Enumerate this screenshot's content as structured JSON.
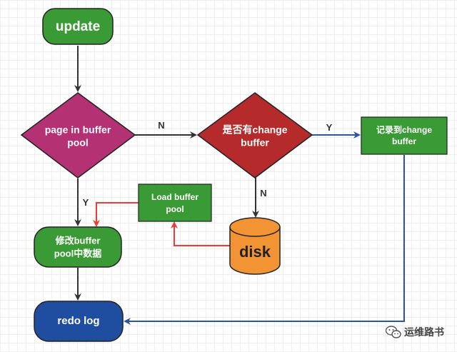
{
  "nodes": {
    "update": {
      "line1": "update"
    },
    "page_in_buffer_pool": {
      "line1": "page in buffer",
      "line2": "pool"
    },
    "is_change_buffer": {
      "line1": "是否有change",
      "line2": "buffer"
    },
    "record_change_buffer": {
      "line1": "记录到change",
      "line2": "buffer"
    },
    "load_buffer_pool": {
      "line1": "Load buffer",
      "line2": "pool"
    },
    "modify_buffer_pool": {
      "line1": "修改buffer",
      "line2": "pool中数据"
    },
    "disk": {
      "line1": "disk"
    },
    "redo_log": {
      "line1": "redo log"
    }
  },
  "edge_labels": {
    "pool_to_change": "N",
    "pool_to_modify": "Y",
    "change_to_record": "Y",
    "change_to_disk": "N"
  },
  "watermark": {
    "text": "运维路书",
    "icon": "wechat-icon"
  },
  "colors": {
    "green": "#3a9a35",
    "magenta": "#b43274",
    "red": "#b52a2a",
    "orange": "#f39434",
    "navy": "#1f4ea1",
    "edge_dark": "#333333",
    "edge_blue": "#2b54a6",
    "edge_red": "#ee3a3a"
  }
}
